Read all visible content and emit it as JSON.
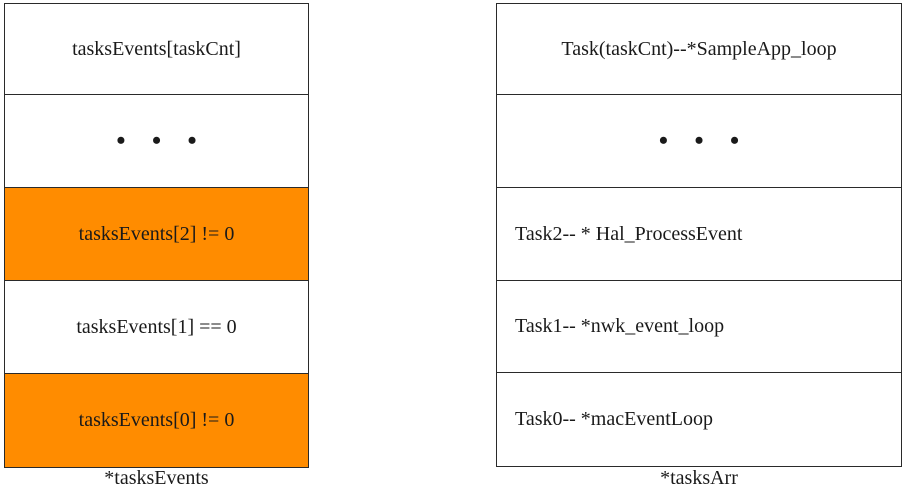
{
  "tasks_events": {
    "header": "tasksEvents[taskCnt]",
    "ellipsis": "• • •",
    "row2": "tasksEvents[2] != 0",
    "row1": "tasksEvents[1] == 0",
    "row0": "tasksEvents[0] != 0",
    "caption": "*tasksEvents",
    "highlight_color": "#ff8c00"
  },
  "tasks_arr": {
    "header": "Task(taskCnt)--*SampleApp_loop",
    "ellipsis": "• • •",
    "row2": "Task2-- * Hal_ProcessEvent",
    "row1": "Task1-- *nwk_event_loop",
    "row0": "Task0-- *macEventLoop",
    "caption": "*tasksArr"
  }
}
